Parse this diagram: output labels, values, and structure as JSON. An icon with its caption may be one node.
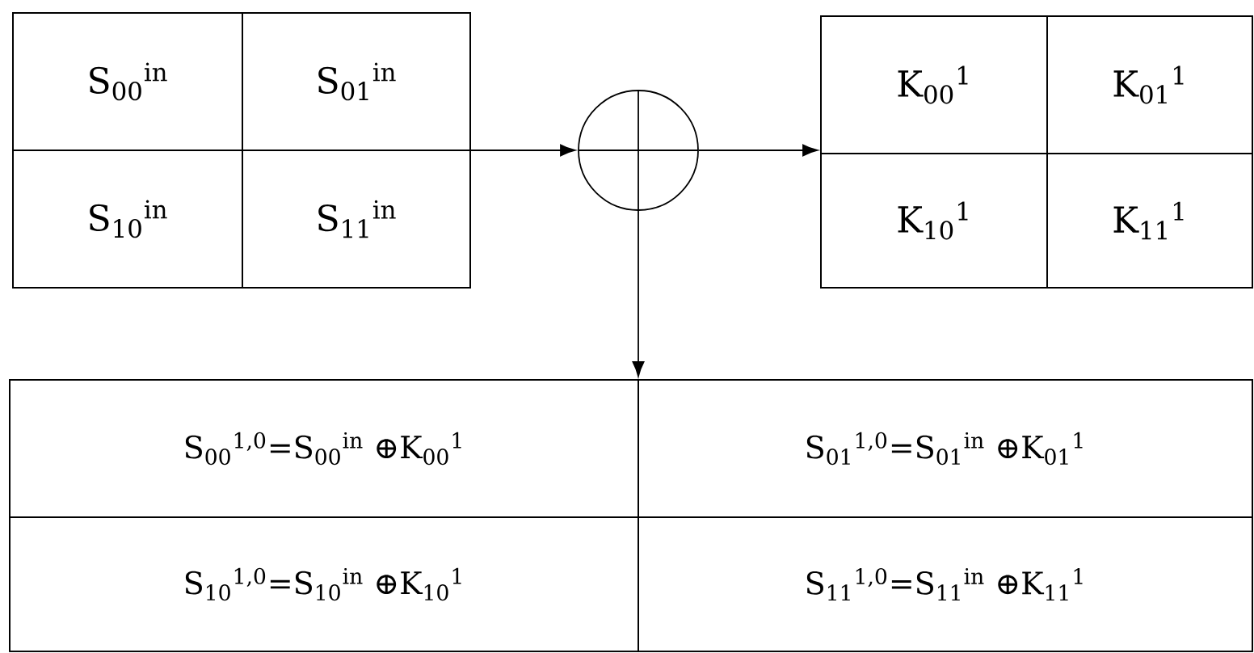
{
  "diagram": {
    "nodes": [
      {
        "text": [],
        "shape": "box"
      },
      {
        "text": [
          "S$_{00}$$^{in}$"
        ],
        "in": 0
      },
      {
        "text": [
          "S$_{01}$$^{in}$"
        ],
        "in": 0
      },
      {
        "text": [
          "S$_{10}$$^{in}$"
        ],
        "in": 0
      },
      {
        "text": [
          "S$_{11}$$^{in}$"
        ],
        "in": 0
      },
      {
        "text": [],
        "shape": "circle"
      },
      {
        "text": [],
        "shape": "box"
      },
      {
        "text": [
          "K$_{00}$$^{1}$"
        ],
        "in": 6
      },
      {
        "text": [
          "K$_{01}$$^{1}$"
        ],
        "in": 6
      },
      {
        "text": [
          "K$_{10}$$^{1}$"
        ],
        "in": 6
      },
      {
        "text": [
          "K$_{11}$$^{1}$"
        ],
        "in": 6
      },
      {
        "text": [],
        "shape": "box"
      },
      {
        "text": [
          "S$_{00}$$^{1,0}$=S$_{00}$$^{in}$ ⊕K$_{00}$$^{1}$"
        ],
        "in": 11
      },
      {
        "text": [
          "S$_{01}$$^{1,0}$=S$_{01}$$^{in}$ ⊕K$_{01}$$^{1}$"
        ],
        "in": 11
      },
      {
        "text": [
          "S$_{10}$$^{1,0}$=S$_{10}$$^{in}$ ⊕K$_{10}$$^{1}$"
        ],
        "in": 11
      },
      {
        "text": [
          "S$_{11}$$^{1,0}$=S$_{11}$$^{in}$ ⊕K$_{11}$$^{1}$"
        ],
        "in": 11
      }
    ],
    "edges": [
      {
        "from": 0,
        "to": 5,
        "arrow": "to"
      },
      {
        "from": 5,
        "to": 6,
        "arrow": "to"
      },
      {
        "from": 5,
        "to": 11,
        "arrow": "to"
      }
    ]
  }
}
